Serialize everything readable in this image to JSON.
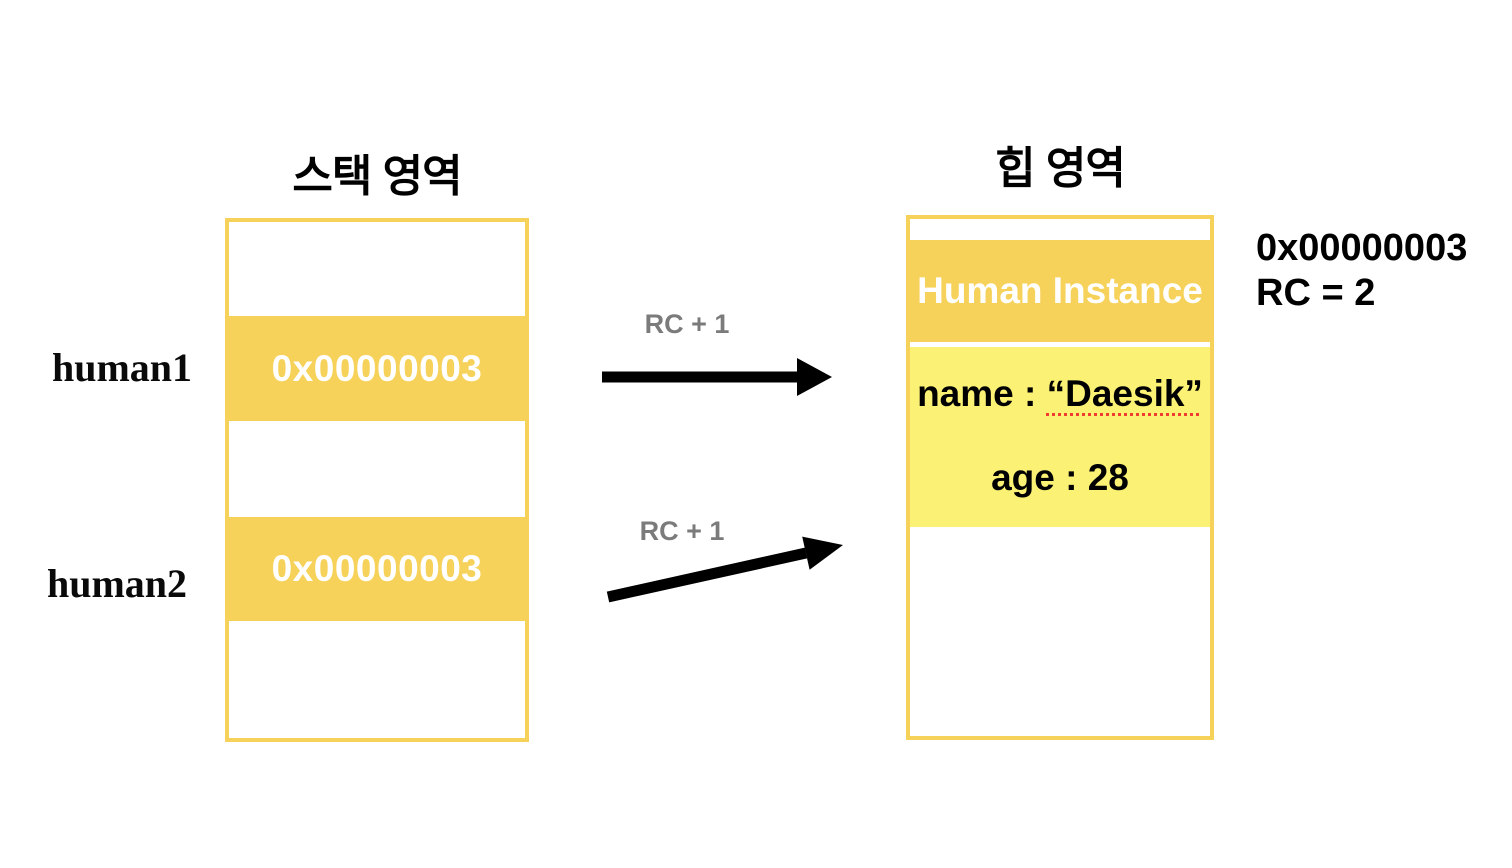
{
  "titles": {
    "stack": "스택 영역",
    "heap": "힙 영역"
  },
  "stack": {
    "variables": [
      "human1",
      "human2"
    ],
    "rows": [
      {
        "type": "empty",
        "value": ""
      },
      {
        "type": "pointer",
        "value": "0x00000003"
      },
      {
        "type": "empty",
        "value": ""
      },
      {
        "type": "pointer",
        "value": "0x00000003"
      },
      {
        "type": "empty",
        "value": ""
      }
    ]
  },
  "arrows": [
    {
      "label": "RC + 1"
    },
    {
      "label": "RC + 1"
    }
  ],
  "heap": {
    "header": "Human Instance",
    "fields": {
      "name_label": "name : ",
      "name_value": "“Daesik”",
      "age": "age : 28"
    }
  },
  "annotation": {
    "address": "0x00000003",
    "rc": "RC = 2"
  },
  "colors": {
    "gold": "#F6D25A",
    "light_yellow": "#FBF175",
    "label_gray": "#7B7B7B",
    "spellcheck_red": "#F03B30",
    "arrow_black": "#000000",
    "pointer_text_white": "#FFFFFF"
  }
}
